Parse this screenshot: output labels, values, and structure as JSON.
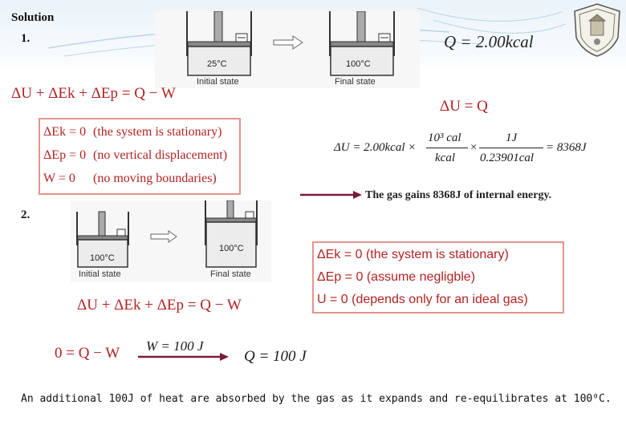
{
  "heading": {
    "solution": "Solution",
    "part1": "1.",
    "part2": "2."
  },
  "part1": {
    "diagram": {
      "t_initial": "25°C",
      "t_final": "100°C",
      "initial_label": "Initial state",
      "final_label": "Final state"
    },
    "Q_given": "Q = 2.00kcal",
    "energy_balance": "ΔU + ΔEk + ΔEp = Q − W",
    "dU_eq": "ΔU = Q",
    "conditions": [
      {
        "lhs": "ΔEk = 0",
        "reason": "(the system is stationary)"
      },
      {
        "lhs": "ΔEp = 0",
        "reason": "(no vertical displacement)"
      },
      {
        "lhs": "W = 0",
        "reason": "(no moving boundaries)"
      }
    ],
    "conversion": {
      "lhs": "ΔU = 2.00kcal ×",
      "num1": "10³ cal",
      "den1": "kcal",
      "times": "×",
      "num2": "1J",
      "den2": "0.23901cal",
      "rhs": "= 8368J"
    },
    "result": "The gas gains 8368J of internal energy."
  },
  "part2": {
    "diagram": {
      "t_initial": "100°C",
      "t_final": "100°C",
      "initial_label": "Initial state",
      "final_label": "Final state"
    },
    "energy_balance": "ΔU + ΔEk + ΔEp = Q − W",
    "conditions": [
      {
        "lhs": "ΔEk = 0",
        "reason": "(the system is stationary)"
      },
      {
        "lhs": "ΔEp = 0",
        "reason": "(assume negligble)"
      },
      {
        "lhs": "U = 0",
        "reason": "(depends only for an ideal gas)"
      }
    ],
    "zero_eq": "0 = Q − W",
    "W_value": "W = 100  J",
    "Q_value": "Q = 100  J",
    "conclusion": "An additional 100J of heat are absorbed by the gas as it expands and re-equilibrates at 100⁰C."
  },
  "colors": {
    "accent_red": "#b22222",
    "box_border": "#e4948c",
    "arrow": "#7a1a3a"
  }
}
